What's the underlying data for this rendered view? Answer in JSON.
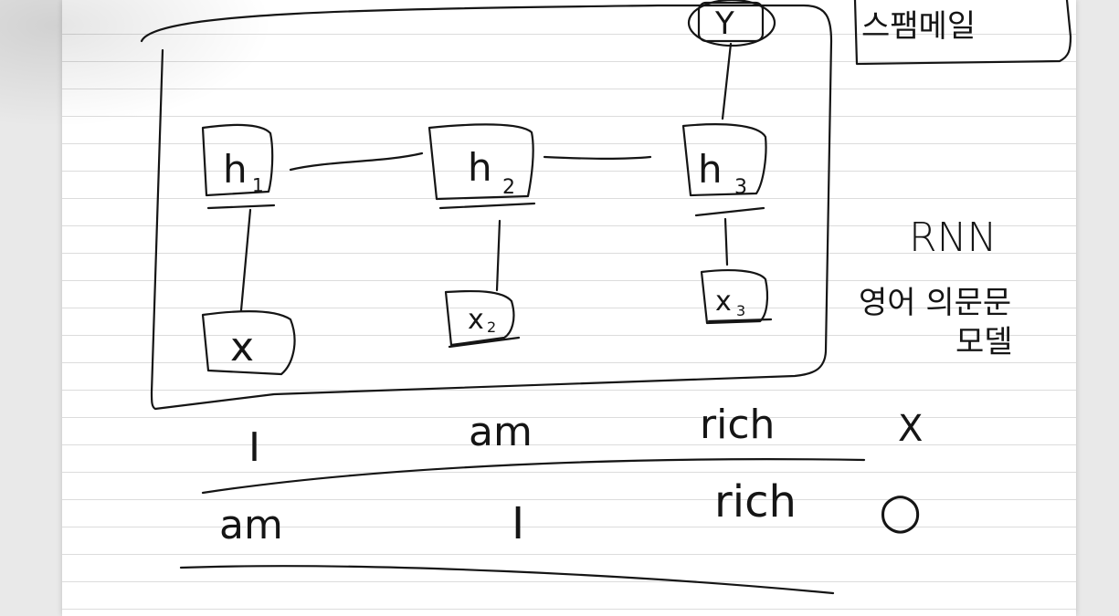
{
  "rnn_nodes": {
    "hidden": [
      {
        "base": "h",
        "sub": "1"
      },
      {
        "base": "h",
        "sub": "2"
      },
      {
        "base": "h",
        "sub": "3"
      }
    ],
    "inputs": [
      {
        "base": "x",
        "sub": ""
      },
      {
        "base": "x",
        "sub": "2"
      },
      {
        "base": "x",
        "sub": "3"
      }
    ],
    "output": "Y"
  },
  "spam_label": "스팸메일",
  "rnn_title": "RNN",
  "rnn_note_line1": "영어 의문문",
  "rnn_note_line2": "모델",
  "sentence_1": {
    "words": [
      "I",
      "am",
      "rich"
    ],
    "mark": "X"
  },
  "sentence_2": {
    "words": [
      "am",
      "I",
      "rich"
    ],
    "mark": "○"
  }
}
